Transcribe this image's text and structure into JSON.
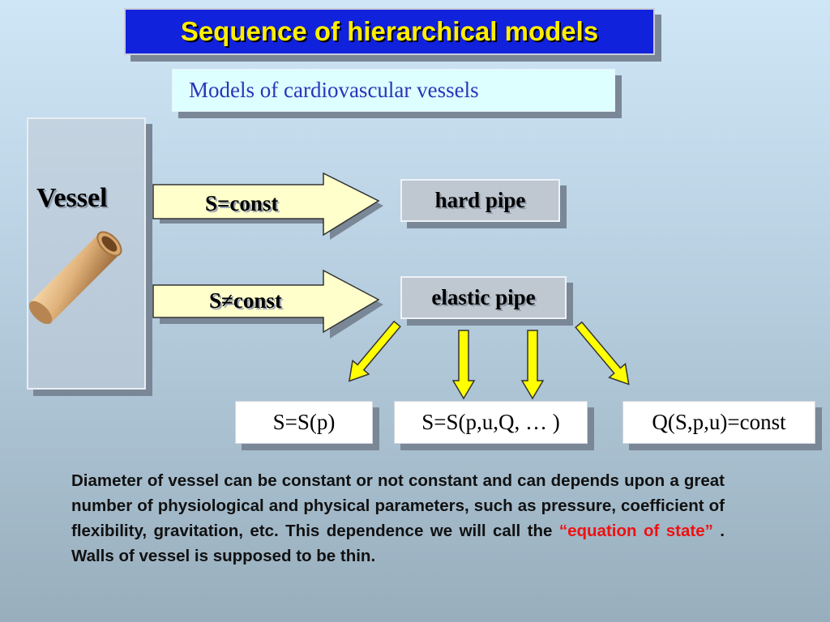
{
  "title": "Sequence of hierarchical models",
  "subtitle": "Models of cardiovascular vessels",
  "vessel": {
    "label": "Vessel"
  },
  "arrows": [
    {
      "label": "S=const"
    },
    {
      "label": "S≠const"
    }
  ],
  "models": {
    "hard": "hard pipe",
    "elastic": "elastic pipe"
  },
  "equations": [
    "S=S(p)",
    "S=S(p,u,Q, … )",
    "Q(S,p,u)=const"
  ],
  "description": {
    "before": "Diameter of vessel can be constant or not constant and can depends upon a great number of physiological and physical parameters, such as pressure, coefficient of flexibility, gravitation, etc. This dependence we will call the ",
    "highlight": "“equation of state”",
    "after": " . Walls of vessel is supposed to be thin."
  },
  "colors": {
    "title_bg": "#1122dd",
    "title_text": "#ffee00",
    "subtitle_text": "#2b34b8",
    "arrow_fill": "#ffffcc",
    "yellow_arrow": "#ffff00",
    "highlight": "#ee1111"
  }
}
